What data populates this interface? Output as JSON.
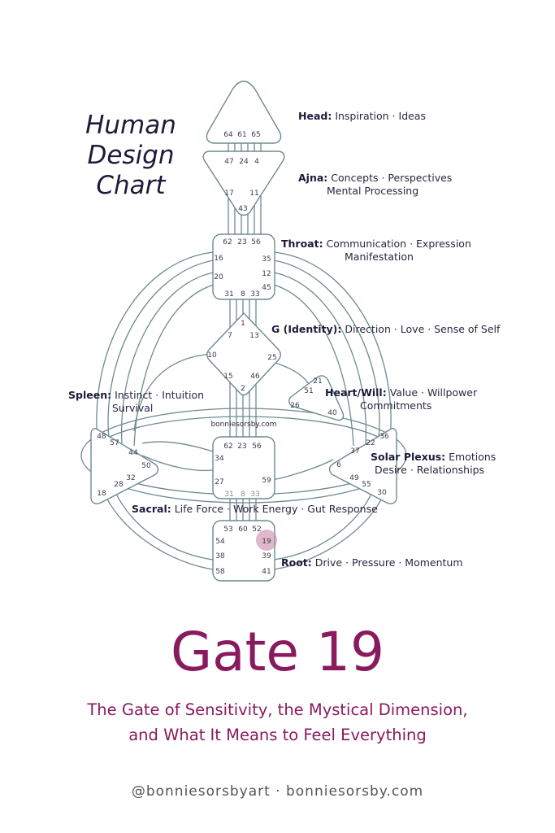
{
  "chart_title": [
    "Human",
    "Design",
    "Chart"
  ],
  "watermark": "bonniesorsby.com",
  "highlighted_gate": "19",
  "colors": {
    "line": "#5f7a7e",
    "accent": "#8a1a5e",
    "highlight": "#c98aa8",
    "text": "#1e1b3a"
  },
  "centers": {
    "head": {
      "name": "Head:",
      "line1": "Inspiration · Ideas",
      "line2": ""
    },
    "ajna": {
      "name": "Ajna:",
      "line1": "Concepts · Perspectives",
      "line2": "Mental Processing"
    },
    "throat": {
      "name": "Throat:",
      "line1": "Communication · Expression",
      "line2": "Manifestation"
    },
    "g": {
      "name": "G (Identity):",
      "line1": "Direction · Love · Sense of Self",
      "line2": ""
    },
    "spleen": {
      "name": "Spleen:",
      "line1": "Instinct · Intuition",
      "line2": "Survival"
    },
    "heart": {
      "name": "Heart/Will:",
      "line1": "Value · Willpower",
      "line2": "Commitments"
    },
    "solar_plexus": {
      "name": "Solar Plexus:",
      "line1": "Emotions",
      "line2": "Desire · Relationships"
    },
    "sacral": {
      "name": "Sacral:",
      "line1": "Life Force · Work Energy · Gut Response",
      "line2": ""
    },
    "root": {
      "name": "Root:",
      "line1": "Drive · Pressure · Momentum",
      "line2": ""
    }
  },
  "gates": {
    "head": [
      "64",
      "61",
      "65"
    ],
    "ajna_top": [
      "47",
      "24",
      "4"
    ],
    "ajna_mid": [
      "17",
      "11"
    ],
    "ajna_bottom": "43",
    "throat_top": [
      "62",
      "23",
      "56"
    ],
    "throat_left": [
      "16",
      "20"
    ],
    "throat_right": [
      "35",
      "12",
      "45"
    ],
    "throat_bottom": [
      "31",
      "8",
      "33"
    ],
    "g": [
      "1",
      "7",
      "13",
      "10",
      "25",
      "15",
      "46",
      "2"
    ],
    "heart": [
      "21",
      "51",
      "26",
      "40"
    ],
    "spleen": [
      "48",
      "57",
      "44",
      "50",
      "32",
      "28",
      "18"
    ],
    "sacral_top": [
      "62",
      "23",
      "56"
    ],
    "sacral_left": [
      "34",
      "27"
    ],
    "sacral_right": "59",
    "sacral_bottom": [
      "31",
      "8",
      "33"
    ],
    "solar": [
      "36",
      "22",
      "37",
      "6",
      "49",
      "55",
      "30"
    ],
    "root_top": [
      "53",
      "60",
      "52"
    ],
    "root_left": [
      "54",
      "38",
      "58"
    ],
    "root_right": [
      "19",
      "39",
      "41"
    ]
  },
  "gate_heading": "Gate 19",
  "subtitle": [
    "The Gate of Sensitivity, the Mystical Dimension,",
    "and What It Means to Feel Everything"
  ],
  "footer": "@bonniesorsbyart · bonniesorsby.com"
}
